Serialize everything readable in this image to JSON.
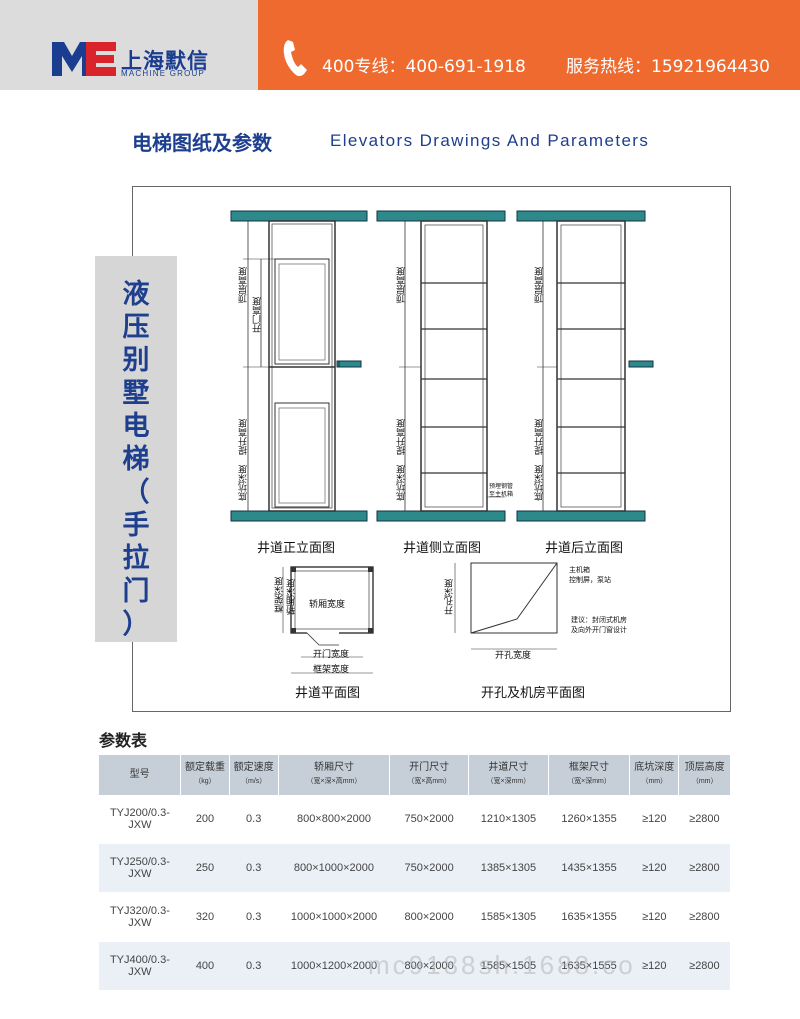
{
  "header": {
    "logo_cn": "上海默信",
    "logo_en": "MACHINE GROUP",
    "hotline": "400专线：400-691-1918",
    "service": "服务热线：15921964430"
  },
  "section": {
    "title_cn": "电梯图纸及参数",
    "title_en": "Elevators Drawings And Parameters"
  },
  "banner": {
    "chars": [
      "液",
      "压",
      "别",
      "墅",
      "电",
      "梯",
      "（",
      "手",
      "拉",
      "门",
      "）"
    ]
  },
  "drawings": {
    "front_label": "井道正立面图",
    "side_label": "井道侧立面图",
    "back_label": "井道后立面图",
    "plan_label": "井道平面图",
    "machine_label": "开孔及机房平面图",
    "dim_top_height": "顶层高度",
    "dim_door_height": "开门高度",
    "dim_lift_height": "提升高度",
    "dim_pit_depth": "底坑深度",
    "plan_frame_depth": "框架深度",
    "plan_car_depth": "轿厢深度",
    "plan_car_width": "轿厢宽度",
    "plan_door_width": "开门宽度",
    "plan_frame_width": "框架宽度",
    "opening_depth": "开孔深度",
    "opening_width": "开孔宽度",
    "machine_box": "主机箱\n控制屏，泵站",
    "suggestion": "建议：封闭式机房\n及向外开门窗设计",
    "side_note": "预埋钢管\n至主机箱"
  },
  "params": {
    "title": "参数表",
    "headers": [
      {
        "name": "型号",
        "unit": ""
      },
      {
        "name": "额定载重",
        "unit": "（kg）"
      },
      {
        "name": "额定速度",
        "unit": "（m/s）"
      },
      {
        "name": "轿厢尺寸",
        "unit": "（宽×深×高mm）"
      },
      {
        "name": "开门尺寸",
        "unit": "（宽×高mm）"
      },
      {
        "name": "井道尺寸",
        "unit": "（宽×深mm）"
      },
      {
        "name": "框架尺寸",
        "unit": "（宽×深mm）"
      },
      {
        "name": "底坑深度",
        "unit": "（mm）"
      },
      {
        "name": "顶层高度",
        "unit": "（mm）"
      }
    ],
    "rows": [
      [
        "TYJ200/0.3-JXW",
        "200",
        "0.3",
        "800×800×2000",
        "750×2000",
        "1210×1305",
        "1260×1355",
        "≥120",
        "≥2800"
      ],
      [
        "TYJ250/0.3-JXW",
        "250",
        "0.3",
        "800×1000×2000",
        "750×2000",
        "1385×1305",
        "1435×1355",
        "≥120",
        "≥2800"
      ],
      [
        "TYJ320/0.3-JXW",
        "320",
        "0.3",
        "1000×1000×2000",
        "800×2000",
        "1585×1305",
        "1635×1355",
        "≥120",
        "≥2800"
      ],
      [
        "TYJ400/0.3-JXW",
        "400",
        "0.3",
        "1000×1200×2000",
        "800×2000",
        "1585×1505",
        "1635×1555",
        "≥120",
        "≥2800"
      ]
    ]
  },
  "watermark": "mc9188sh.1688.co",
  "colors": {
    "orange": "#ef6a2e",
    "blue": "#1d3f8e",
    "teal": "#2e8a8a"
  }
}
